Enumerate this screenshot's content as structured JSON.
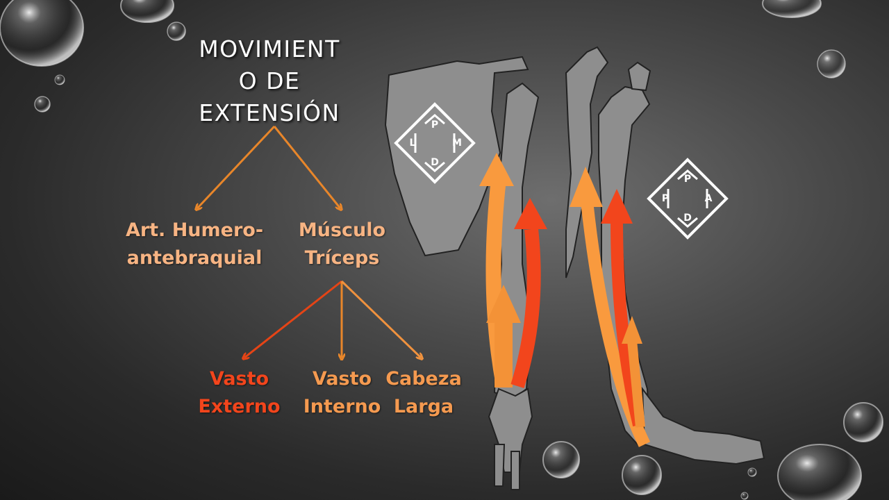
{
  "title": "MOVIMIENT\nO DE\nEXTENSIÓN",
  "branches": {
    "joint": "Art. Humero-\nantebraquial",
    "muscle": "Músculo\nTríceps"
  },
  "heads": {
    "lateral": "Vasto\nExterno",
    "medial": "Vasto\nInterno",
    "long": "Cabeza\nLarga"
  },
  "compass_cranial_view": {
    "top": "P",
    "left": "L",
    "right": "M",
    "bottom": "D"
  },
  "compass_lateral_view": {
    "top": "P",
    "left": "P",
    "right": "A",
    "bottom": "D"
  },
  "colors": {
    "arrow_orange": "#e8862a",
    "arrow_red": "#f2451c",
    "arrow_light": "#f99a3e",
    "bone": "#8c8c8c"
  }
}
